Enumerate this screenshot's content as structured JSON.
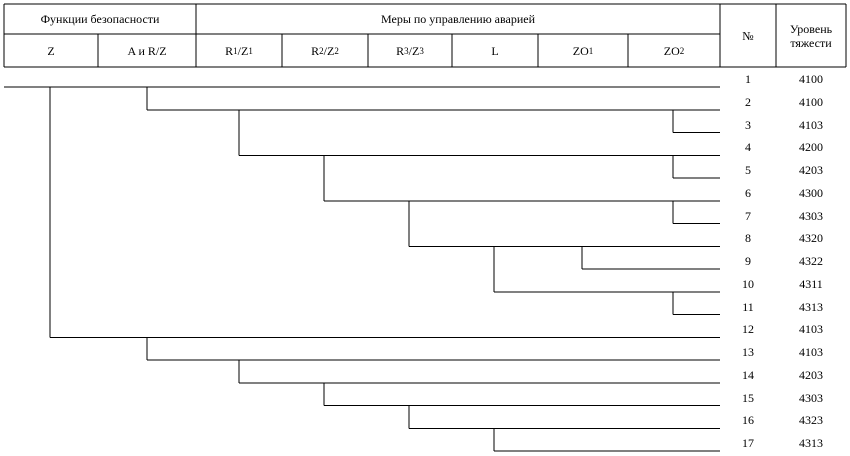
{
  "header": {
    "group_safety": "Функции безопасности",
    "group_measures": "Меры по управлению аварией",
    "number": "№",
    "severity": "Уровень тяжести",
    "columns": [
      {
        "key": "z",
        "label": "Z"
      },
      {
        "key": "arz",
        "label": "A и R/Z"
      },
      {
        "key": "r1",
        "base": "R",
        "sub": "1",
        "sep": "/Z",
        "sub2": "1"
      },
      {
        "key": "r2",
        "base": "R",
        "sub": "2",
        "sep": "/Z",
        "sub2": "2"
      },
      {
        "key": "r3",
        "base": "R",
        "sub": "3",
        "sep": "/Z",
        "sub2": "3"
      },
      {
        "key": "l",
        "label": "L"
      },
      {
        "key": "zo1",
        "base": "ZO",
        "sub": "1"
      },
      {
        "key": "zo2",
        "base": "ZO",
        "sub": "2"
      }
    ]
  },
  "rows": [
    {
      "num": "1",
      "level": "4100"
    },
    {
      "num": "2",
      "level": "4100"
    },
    {
      "num": "3",
      "level": "4103"
    },
    {
      "num": "4",
      "level": "4200"
    },
    {
      "num": "5",
      "level": "4203"
    },
    {
      "num": "6",
      "level": "4300"
    },
    {
      "num": "7",
      "level": "4303"
    },
    {
      "num": "8",
      "level": "4320"
    },
    {
      "num": "9",
      "level": "4322"
    },
    {
      "num": "10",
      "level": "4311"
    },
    {
      "num": "11",
      "level": "4313"
    },
    {
      "num": "12",
      "level": "4103"
    },
    {
      "num": "13",
      "level": "4103"
    },
    {
      "num": "14",
      "level": "4203"
    },
    {
      "num": "15",
      "level": "4303"
    },
    {
      "num": "16",
      "level": "4323"
    },
    {
      "num": "17",
      "level": "4313"
    }
  ],
  "tree": {
    "root_entry": true,
    "branches": [
      {
        "column": "z",
        "from_row": 1,
        "to_row": 12
      },
      {
        "column": "arz",
        "from_row": 1,
        "to_row": 2
      },
      {
        "column": "r1",
        "from_row": 2,
        "to_row": 4
      },
      {
        "column": "zo2",
        "from_row": 2,
        "to_row": 3
      },
      {
        "column": "r2",
        "from_row": 4,
        "to_row": 6
      },
      {
        "column": "zo2",
        "from_row": 4,
        "to_row": 5
      },
      {
        "column": "r3",
        "from_row": 6,
        "to_row": 8
      },
      {
        "column": "zo2",
        "from_row": 6,
        "to_row": 7
      },
      {
        "column": "l",
        "from_row": 8,
        "to_row": 10
      },
      {
        "column": "zo1",
        "from_row": 8,
        "to_row": 9
      },
      {
        "column": "zo2",
        "from_row": 10,
        "to_row": 11
      },
      {
        "column": "arz",
        "from_row": 12,
        "to_row": 13
      },
      {
        "column": "r1",
        "from_row": 13,
        "to_row": 14
      },
      {
        "column": "r2",
        "from_row": 14,
        "to_row": 15
      },
      {
        "column": "r3",
        "from_row": 15,
        "to_row": 16
      },
      {
        "column": "l",
        "from_row": 16,
        "to_row": 17
      }
    ]
  }
}
